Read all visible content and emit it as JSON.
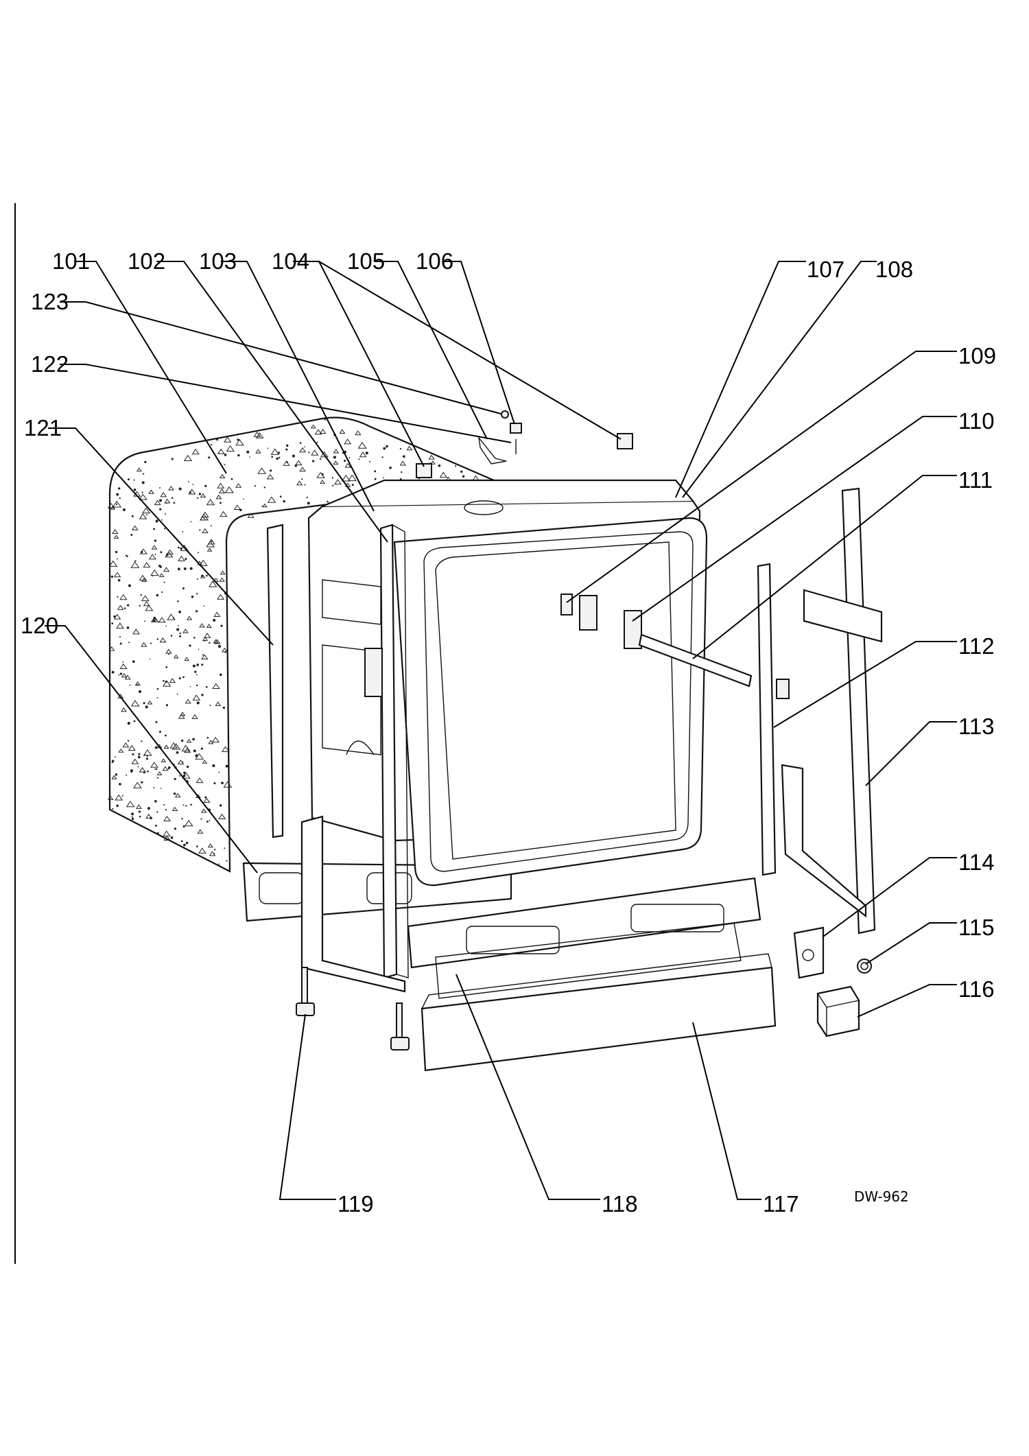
{
  "diagram": {
    "drawing_code": "DW-962",
    "parts": [
      {
        "id": "101",
        "label": "101"
      },
      {
        "id": "102",
        "label": "102"
      },
      {
        "id": "103",
        "label": "103"
      },
      {
        "id": "104",
        "label": "104"
      },
      {
        "id": "105",
        "label": "105"
      },
      {
        "id": "106",
        "label": "106"
      },
      {
        "id": "107",
        "label": "107"
      },
      {
        "id": "108",
        "label": "108"
      },
      {
        "id": "109",
        "label": "109"
      },
      {
        "id": "110",
        "label": "110"
      },
      {
        "id": "111",
        "label": "111"
      },
      {
        "id": "112",
        "label": "112"
      },
      {
        "id": "113",
        "label": "113"
      },
      {
        "id": "114",
        "label": "114"
      },
      {
        "id": "115",
        "label": "115"
      },
      {
        "id": "116",
        "label": "116"
      },
      {
        "id": "117",
        "label": "117"
      },
      {
        "id": "118",
        "label": "118"
      },
      {
        "id": "119",
        "label": "119"
      },
      {
        "id": "120",
        "label": "120"
      },
      {
        "id": "121",
        "label": "121"
      },
      {
        "id": "122",
        "label": "122"
      },
      {
        "id": "123",
        "label": "123"
      }
    ]
  }
}
